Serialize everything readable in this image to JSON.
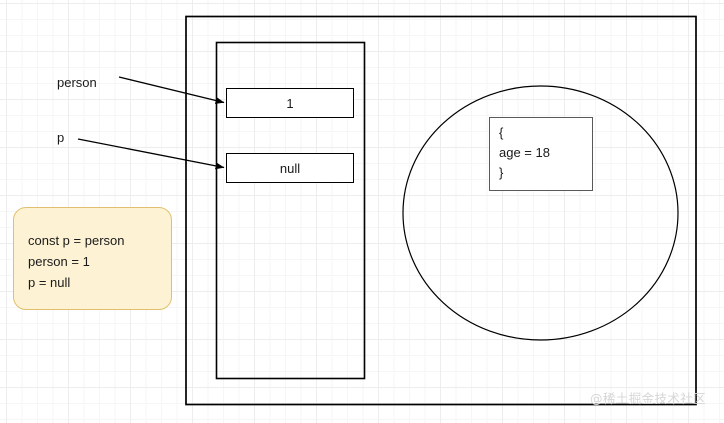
{
  "diagram": {
    "title": "javascript-reference-assignment-memory-diagram",
    "labels": {
      "person": "person",
      "p": "p"
    },
    "stack": {
      "slot_person_value": "1",
      "slot_p_value": "null"
    },
    "heap": {
      "object_line_open": "{",
      "object_line_prop": "age = 18",
      "object_line_close": "}"
    },
    "note": {
      "line1": "const p = person",
      "line2": "person = 1",
      "line3": "p = null"
    },
    "watermark": "@稀土掘金技术社区",
    "colors": {
      "stroke": "#000000",
      "object_stroke": "#595959",
      "note_fill": "#fdf3d4",
      "note_stroke": "#e0c070",
      "grid": "#ededed",
      "watermark": "#d6d6d6",
      "text": "#1a1a1a"
    }
  }
}
